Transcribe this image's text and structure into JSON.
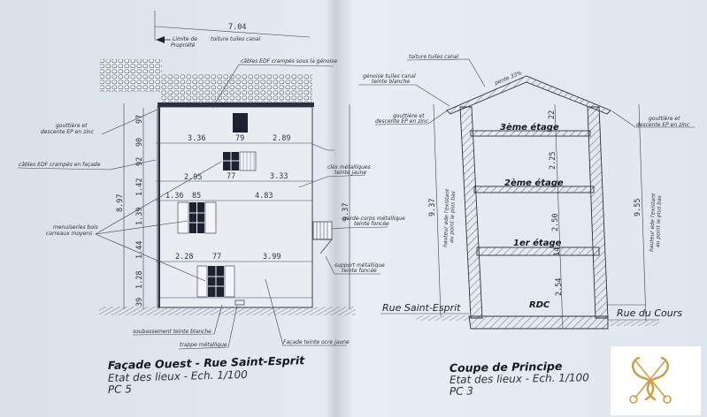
{
  "facade": {
    "title": "Façade Ouest - Rue Saint-Esprit",
    "subtitle": "Etat des lieux - Ech. 1/100",
    "ref": "PC 5",
    "top_dim": "7.04",
    "top_dim_label": "toiture tuiles canal",
    "limit_line1": "Limite de",
    "limit_line2": "Propriété",
    "total_height": "8.97",
    "right_height": "9.37",
    "vertical_dims": [
      "97",
      "90",
      "92",
      "1.42",
      "1.39",
      "1.44",
      "1.28",
      "39"
    ],
    "row1_dims": [
      "3.36",
      "79",
      "2.89"
    ],
    "row2_dims": [
      "2.95",
      "77",
      "3.33"
    ],
    "row3_dims": [
      "1.36",
      "85",
      "4.83"
    ],
    "row4_dims": [
      "2.28",
      "77",
      "3.99"
    ],
    "notes": {
      "gutter_1": "gouttière et",
      "gutter_2": "descente EP en zinc",
      "cables_facade": "câbles EDF crampés en façade",
      "cables_genoise": "câbles EDF crampés sous la génoise",
      "joinery_1": "menuiseries bois",
      "joinery_2": "carreaux moyens",
      "base": "soubassement teinte blanche",
      "hatch": "trappe métallique",
      "facade_color": "Façade teinte ocre jaune",
      "keys_1": "clés métalliques",
      "keys_2": "teinte jaune",
      "railing_1": "garde-corps métallique",
      "railing_2": "teinte foncée",
      "support_1": "support métallique",
      "support_2": "teinte foncée"
    }
  },
  "section": {
    "title": "Coupe de Principe",
    "subtitle": "Etat des lieux - Ech. 1/100",
    "ref": "PC 3",
    "floors": [
      "3ème étage",
      "2ème étage",
      "1er étage",
      "RDC"
    ],
    "inner_dims": [
      "22",
      "2.25",
      "2.50",
      "14",
      "2.54"
    ],
    "left_height": "9.37",
    "right_height": "9.55",
    "height_label_1": "hauteur ede l'existant",
    "height_label_2": "au point le plus bas",
    "street_left": "Rue Saint-Esprit",
    "street_right": "Rue du Cours",
    "slope": "pente 33%",
    "notes": {
      "roof": "toiture tuiles canal",
      "genoise_1": "génoise tuiles canal",
      "genoise_2": "teinte blanche",
      "gutter_1": "gouttière et",
      "gutter_2": "descente EP en zinc"
    }
  },
  "colors": {
    "paper": "#dfe6ee",
    "ink": "#2b3140",
    "logo_gold": "#c9a14a"
  }
}
